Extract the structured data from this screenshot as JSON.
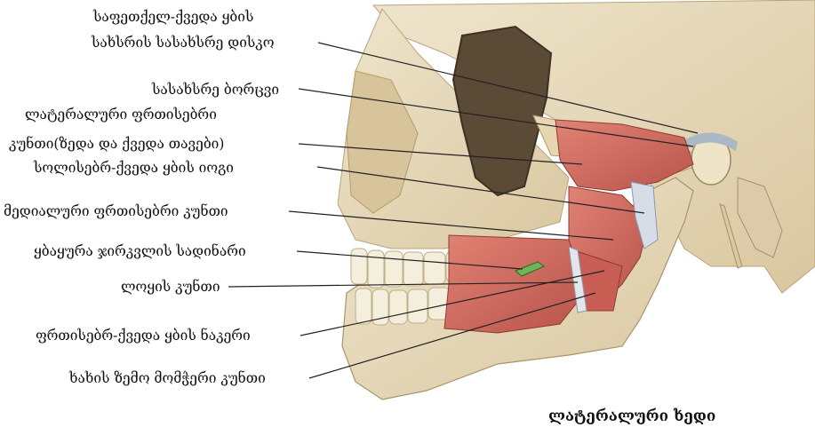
{
  "labels": [
    "საფეთქელ-ქვედა ყბის",
    "სახსრის სასახსრე დისკო",
    "სასახსრე ბორცვი",
    "ლატერალური ფრთისებრი",
    "კუნთი(ზედა და ქვედა თავები)",
    "სოლისებრ-ქვედა ყბის იოგი",
    "მედიალური ფრთისებრი კუნთი",
    "ყბაყურა ჯირკვლის სადინარი",
    "ლოყის კუნთი",
    "ფრთისებრ-ქვედა ყბის ნაკერი",
    "ხახის ზემო მომჭერი კუნთი"
  ],
  "view_title": "ლატერალური ხედი",
  "colors": {
    "bone": "#e8dcc0",
    "bone_shadow": "#c9b68f",
    "muscle": "#d2695e",
    "muscle_dark": "#a8423a",
    "ligament": "#c9d3dd",
    "leader": "#222222"
  }
}
